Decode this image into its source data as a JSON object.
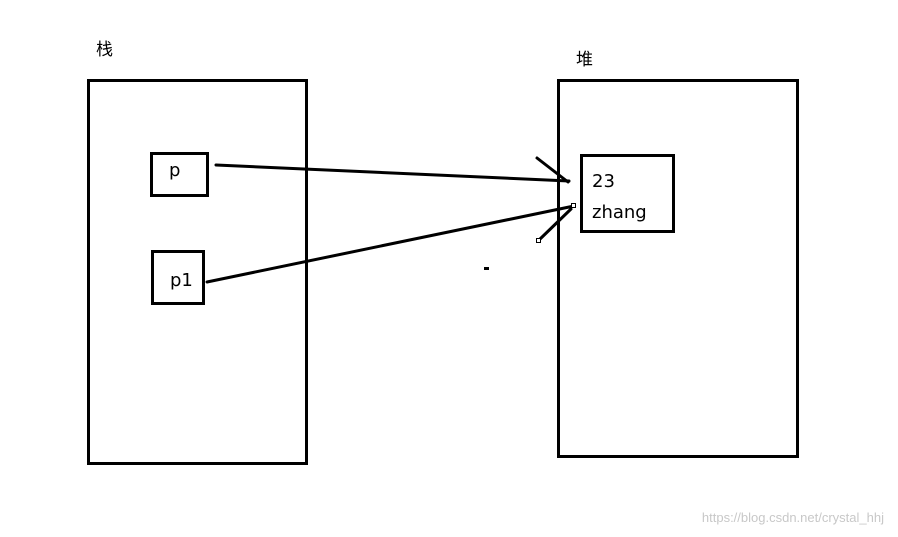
{
  "stack": {
    "title": "栈",
    "vars": [
      {
        "name": "p"
      },
      {
        "name": "p1"
      }
    ]
  },
  "heap": {
    "title": "堆",
    "object": {
      "fields": [
        "23",
        "zhang"
      ]
    }
  },
  "watermark": "https://blog.csdn.net/crystal_hhj"
}
